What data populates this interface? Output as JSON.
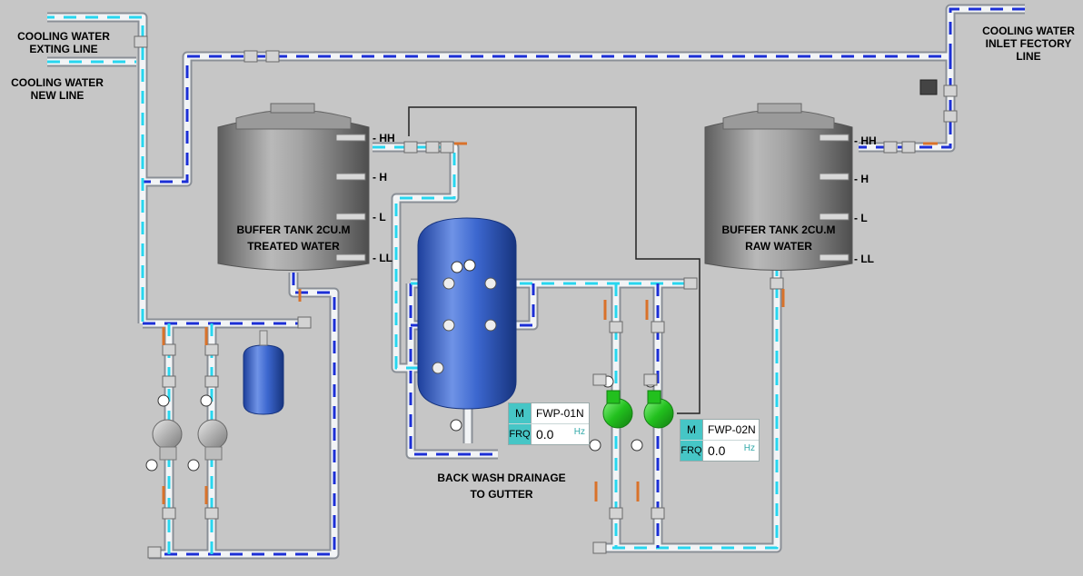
{
  "labels": {
    "cooling_exting": [
      "COOLING WATER",
      "EXTING LINE"
    ],
    "cooling_new": [
      "COOLING WATER",
      "NEW LINE"
    ],
    "cooling_inlet": [
      "COOLING WATER",
      "INLET FECTORY",
      "LINE"
    ],
    "backwash": [
      "BACK WASH DRAINAGE",
      "TO GUTTER"
    ]
  },
  "tanks": {
    "treated": {
      "title": [
        "BUFFER TANK 2CU.M",
        "TREATED WATER"
      ],
      "levels": [
        "- HH",
        "- H",
        "- L",
        "- LL"
      ]
    },
    "raw": {
      "title": [
        "BUFFER TANK 2CU.M",
        "RAW WATER"
      ],
      "levels": [
        "- HH",
        "- H",
        "- L",
        "- LL"
      ]
    }
  },
  "pumps": [
    {
      "mode": "M",
      "name": "FWP-01N",
      "frq_label": "FRQ",
      "frq": "0.0",
      "unit": "Hz"
    },
    {
      "mode": "M",
      "name": "FWP-02N",
      "frq_label": "FRQ",
      "frq": "0.0",
      "unit": "Hz"
    }
  ],
  "colors": {
    "background": "#c6c6c6",
    "pipe_outline": "#8a8f96",
    "flow_cyan": "#27d6ef",
    "flow_blue": "#1c2fd6",
    "tank_gray": "#8d8d8d",
    "filter_blue": "#2d5fbf",
    "pump_green": "#22c01e",
    "control_teal": "#46c6c6",
    "valve_handle": "#d9722a"
  },
  "icons": [
    "tank",
    "pressure-filter",
    "expansion-tank",
    "centrifugal-pump",
    "gate-valve",
    "check-valve",
    "pressure-gauge",
    "strainer",
    "flow-meter",
    "level-switch"
  ]
}
